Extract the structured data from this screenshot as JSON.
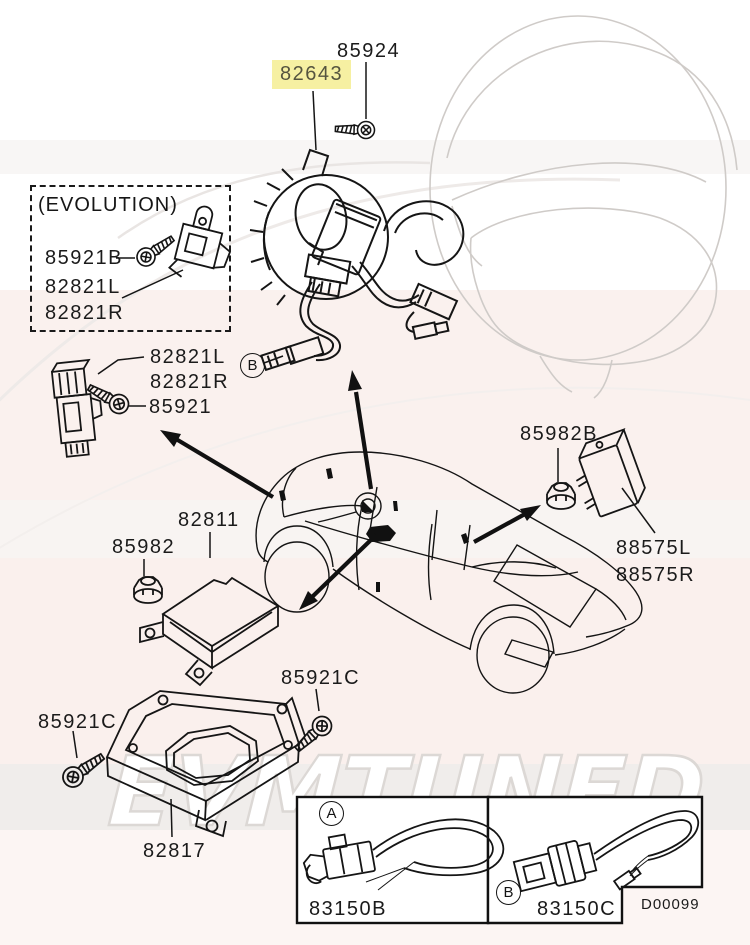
{
  "diagram": {
    "figure_code": "D00099",
    "watermark": "EVMTUNED",
    "variant_note": "(EVOLUTION)",
    "callout_a": "A",
    "callout_b": "B",
    "highlighted_part": "82643",
    "parts": {
      "p85924": "85924",
      "p82643": "82643",
      "p85921B": "85921B",
      "p82821L": "82821L",
      "p82821R": "82821R",
      "p85921": "85921",
      "p85982B": "85982B",
      "p88575L": "88575L",
      "p88575R": "88575R",
      "p82811": "82811",
      "p85982": "85982",
      "p85921C": "85921C",
      "p82817": "82817",
      "p83150B": "83150B",
      "p83150C": "83150C"
    },
    "colors": {
      "highlight_bg": "#f6f0a2",
      "highlight_text": "#55543f",
      "line": "#151515",
      "watermark_stroke": "#dcd8d5",
      "band_pink": "#faf0ed",
      "band_gray": "#f0edeb"
    }
  }
}
